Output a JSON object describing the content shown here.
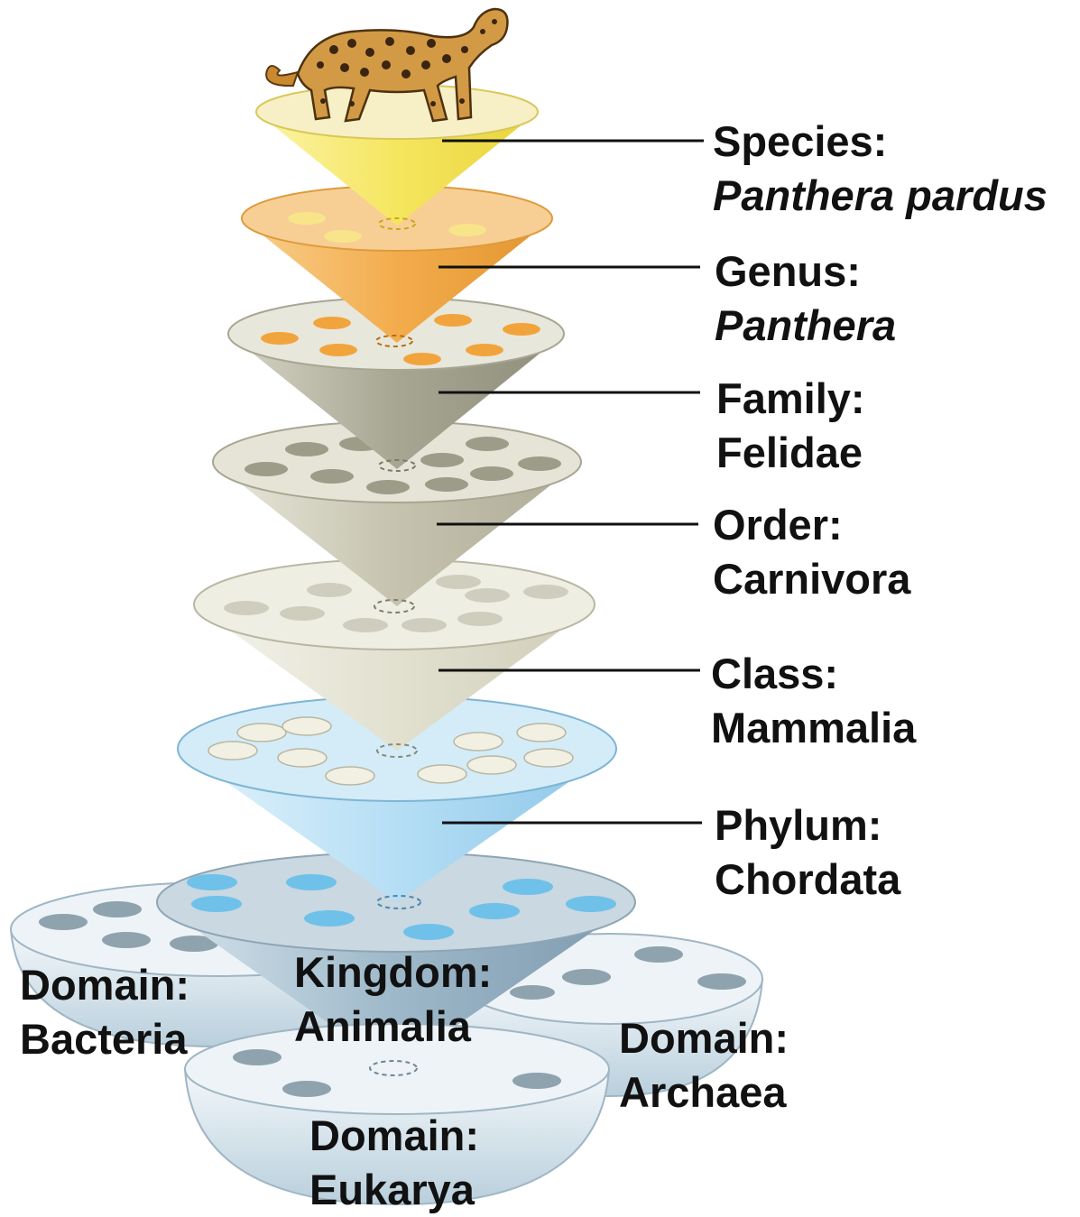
{
  "ranks": [
    {
      "id": "species",
      "heading": "Species:",
      "name": "Panthera pardus",
      "italic": true,
      "color": "#f4e46a"
    },
    {
      "id": "genus",
      "heading": "Genus:",
      "name": "Panthera",
      "italic": true,
      "color": "#f2ad4e"
    },
    {
      "id": "family",
      "heading": "Family:",
      "name": "Felidae",
      "italic": false,
      "color": "#a9a894"
    },
    {
      "id": "order",
      "heading": "Order:",
      "name": "Carnivora",
      "italic": false,
      "color": "#c6c4b0"
    },
    {
      "id": "class",
      "heading": "Class:",
      "name": "Mammalia",
      "italic": false,
      "color": "#dddbcb"
    },
    {
      "id": "phylum",
      "heading": "Phylum:",
      "name": "Chordata",
      "italic": false,
      "color": "#a9d8f2"
    }
  ],
  "kingdom": {
    "heading": "Kingdom:",
    "name": "Animalia",
    "color": "#9fbcce"
  },
  "domains": [
    {
      "id": "bacteria",
      "heading": "Domain:",
      "name": "Bacteria"
    },
    {
      "id": "archaea",
      "heading": "Domain:",
      "name": "Archaea"
    },
    {
      "id": "eukarya",
      "heading": "Domain:",
      "name": "Eukarya"
    }
  ],
  "domain_color": "#dce8f0",
  "animal_icon": "leopard-icon"
}
